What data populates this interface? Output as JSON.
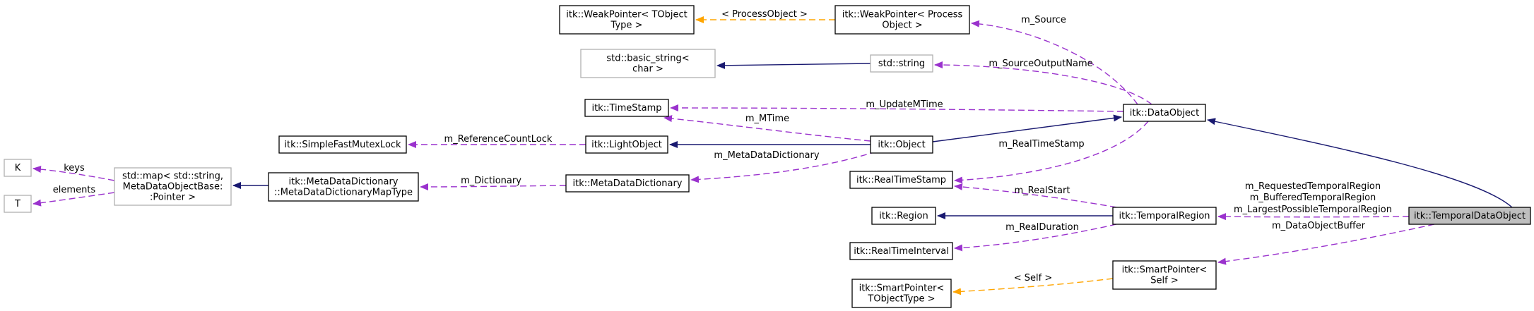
{
  "nodes": [
    {
      "id": "weakptr-tobject",
      "lines": [
        "itk::WeakPointer< TObject",
        "Type >"
      ],
      "style": "normal"
    },
    {
      "id": "weakptr-processobject",
      "lines": [
        "itk::WeakPointer< Process",
        "Object >"
      ],
      "style": "normal"
    },
    {
      "id": "basic-string",
      "lines": [
        "std::basic_string<",
        "char >"
      ],
      "style": "gray"
    },
    {
      "id": "std-string",
      "lines": [
        "std::string"
      ],
      "style": "gray"
    },
    {
      "id": "timestamp",
      "lines": [
        "itk::TimeStamp"
      ],
      "style": "normal"
    },
    {
      "id": "dataobject",
      "lines": [
        "itk::DataObject"
      ],
      "style": "normal"
    },
    {
      "id": "simplefastmutexlock",
      "lines": [
        "itk::SimpleFastMutexLock"
      ],
      "style": "normal"
    },
    {
      "id": "lightobject",
      "lines": [
        "itk::LightObject"
      ],
      "style": "normal"
    },
    {
      "id": "object",
      "lines": [
        "itk::Object"
      ],
      "style": "normal"
    },
    {
      "id": "k",
      "lines": [
        "K"
      ],
      "style": "gray"
    },
    {
      "id": "t",
      "lines": [
        "T"
      ],
      "style": "gray"
    },
    {
      "id": "std-map",
      "lines": [
        "std::map< std::string,",
        "MetaDataObjectBase:",
        ":Pointer >"
      ],
      "style": "gray"
    },
    {
      "id": "metadatadictionary-maptype",
      "lines": [
        "itk::MetaDataDictionary",
        "::MetaDataDictionaryMapType"
      ],
      "style": "normal"
    },
    {
      "id": "metadatadictionary",
      "lines": [
        "itk::MetaDataDictionary"
      ],
      "style": "normal"
    },
    {
      "id": "realtimestamp",
      "lines": [
        "itk::RealTimeStamp"
      ],
      "style": "normal"
    },
    {
      "id": "region",
      "lines": [
        "itk::Region"
      ],
      "style": "normal"
    },
    {
      "id": "temporalregion",
      "lines": [
        "itk::TemporalRegion"
      ],
      "style": "normal"
    },
    {
      "id": "temporaldataobject",
      "lines": [
        "itk::TemporalDataObject"
      ],
      "style": "current"
    },
    {
      "id": "realtimeinterval",
      "lines": [
        "itk::RealTimeInterval"
      ],
      "style": "normal"
    },
    {
      "id": "smartptr-tobjecttype",
      "lines": [
        "itk::SmartPointer<",
        "TObjectType >"
      ],
      "style": "normal"
    },
    {
      "id": "smartptr-self",
      "lines": [
        "itk::SmartPointer<",
        "Self >"
      ],
      "style": "normal"
    }
  ],
  "edges": [
    {
      "id": "edge-processobject",
      "kind": "template",
      "labels": [
        "< ProcessObject >"
      ]
    },
    {
      "id": "edge-m-source",
      "kind": "usage",
      "labels": [
        "m_Source"
      ]
    },
    {
      "id": "edge-basic-string",
      "kind": "inherit",
      "labels": []
    },
    {
      "id": "edge-m-sourceoutputname",
      "kind": "usage",
      "labels": [
        "m_SourceOutputName"
      ]
    },
    {
      "id": "edge-m-updatemtime",
      "kind": "usage",
      "labels": [
        "m_UpdateMTime"
      ]
    },
    {
      "id": "edge-m-mtime",
      "kind": "usage",
      "labels": [
        "m_MTime"
      ]
    },
    {
      "id": "edge-object-dataobject",
      "kind": "inherit",
      "labels": []
    },
    {
      "id": "edge-m-referencecountlock",
      "kind": "usage",
      "labels": [
        "m_ReferenceCountLock"
      ]
    },
    {
      "id": "edge-lightobject-object",
      "kind": "inherit",
      "labels": []
    },
    {
      "id": "edge-m-metadatadictionary",
      "kind": "usage",
      "labels": [
        "m_MetaDataDictionary"
      ]
    },
    {
      "id": "edge-m-realtimestamp",
      "kind": "usage",
      "labels": [
        "m_RealTimeStamp"
      ]
    },
    {
      "id": "edge-keys",
      "kind": "usage",
      "labels": [
        "keys"
      ]
    },
    {
      "id": "edge-elements",
      "kind": "usage",
      "labels": [
        "elements"
      ]
    },
    {
      "id": "edge-map-maptype",
      "kind": "inherit",
      "labels": []
    },
    {
      "id": "edge-m-dictionary",
      "kind": "usage",
      "labels": [
        "m_Dictionary"
      ]
    },
    {
      "id": "edge-m-realstart",
      "kind": "usage",
      "labels": [
        "m_RealStart"
      ]
    },
    {
      "id": "edge-region-temporalregion",
      "kind": "inherit",
      "labels": []
    },
    {
      "id": "edge-temporal-regions",
      "kind": "usage",
      "labels": [
        "m_RequestedTemporalRegion",
        "m_BufferedTemporalRegion",
        "m_LargestPossibleTemporalRegion"
      ]
    },
    {
      "id": "edge-dataobject-temporaldataobject",
      "kind": "inherit",
      "labels": []
    },
    {
      "id": "edge-m-realduration",
      "kind": "usage",
      "labels": [
        "m_RealDuration"
      ]
    },
    {
      "id": "edge-m-dataobjectbuffer",
      "kind": "usage",
      "labels": [
        "m_DataObjectBuffer"
      ]
    },
    {
      "id": "edge-self",
      "kind": "template",
      "labels": [
        "< Self >"
      ]
    }
  ],
  "colors": {
    "inherit": "#191970",
    "usage": "#9a32cd",
    "template": "#ffa500",
    "gray_border": "#b0b0b0",
    "current_fill": "#bfbfbf"
  }
}
